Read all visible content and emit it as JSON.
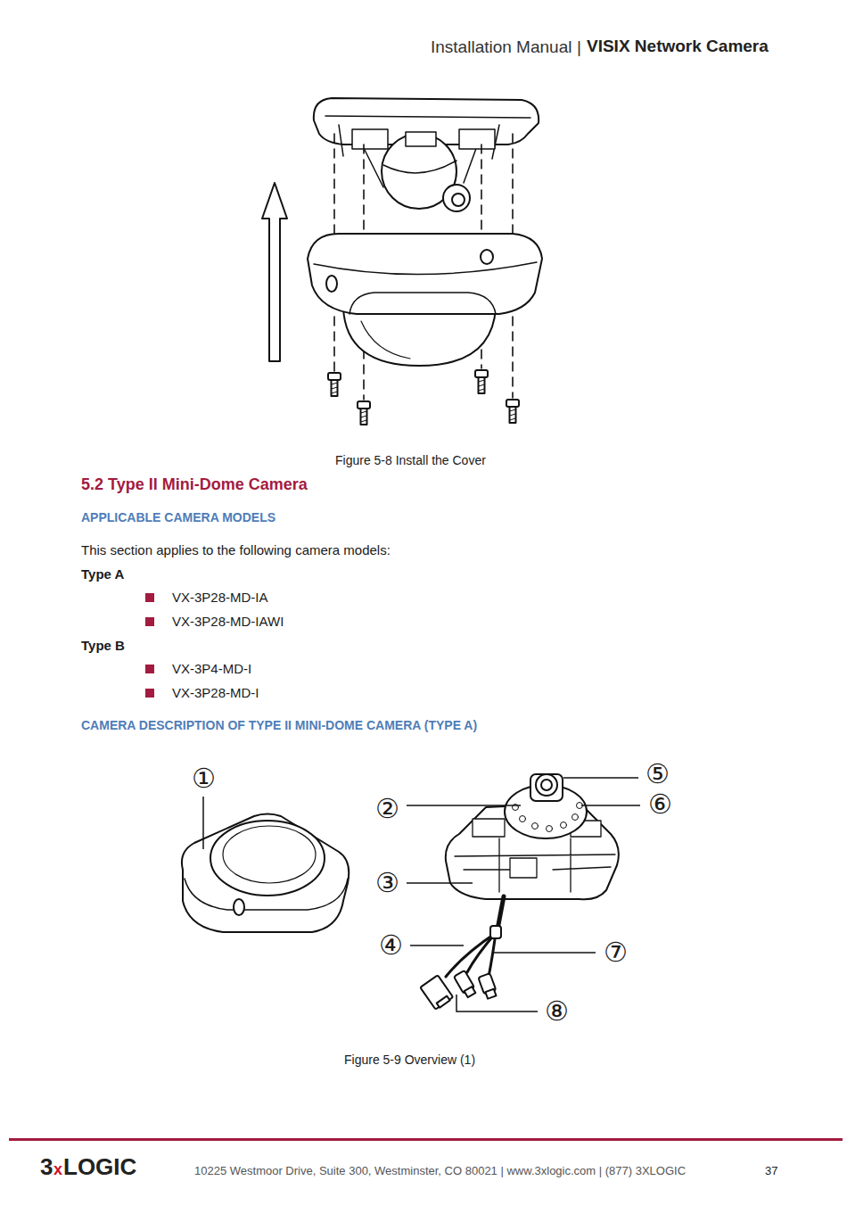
{
  "diagram": {
    "labels": [
      "Installation Manual",
      "|",
      "VISIX Network Camera",
      "Figure 5-8 Install the Cover",
      "5.2 Type II Mini-Dome Camera",
      "APPLICABLE CAMERA MODELS",
      "This section applies to the following camera models:",
      "Type A",
      "VX-3P28-MD-IA",
      "VX-3P28-MD-IAWI",
      "Type B",
      "VX-3P4-MD-I",
      "VX-3P28-MD-I",
      "CAMERA DESCRIPTION OF TYPE II MINI-DOME CAMERA (TYPE A)",
      "①",
      "②",
      "③",
      "④",
      "⑤",
      "⑥",
      "⑦",
      "⑧",
      "Figure 5-9 Overview (1)",
      "3",
      "x",
      "LOGIC",
      "10225 Westmoor Drive, Suite 300, Westminster, CO 80021 | www.3xlogic.com | (877) 3XLOGIC",
      "37"
    ]
  }
}
